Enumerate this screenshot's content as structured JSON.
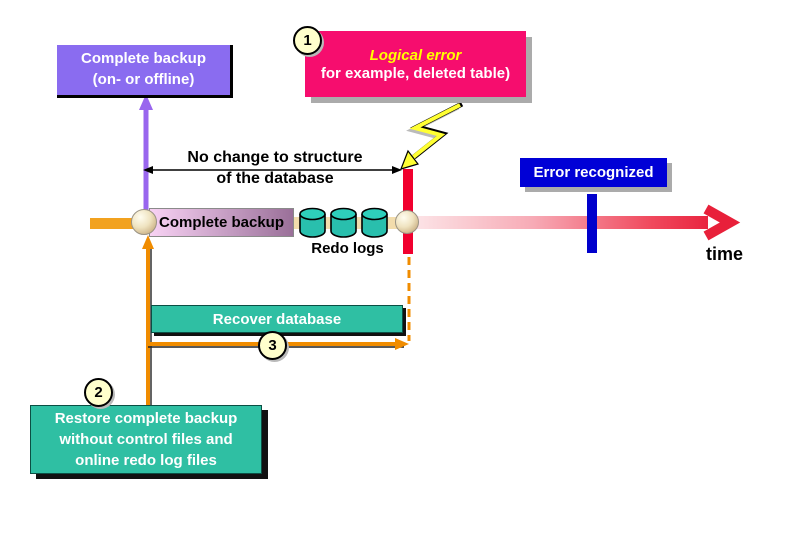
{
  "diagram": {
    "title_context": "Database backup and recovery timeline",
    "step_markers": [
      {
        "label": "1"
      },
      {
        "label": "2"
      },
      {
        "label": "3"
      }
    ],
    "complete_backup_box": {
      "line1": "Complete backup",
      "line2": "(on- or offline)"
    },
    "logical_error_box": {
      "title": "Logical error",
      "subtitle": "for example, deleted table)"
    },
    "no_change_note": {
      "line1": "No change to structure",
      "line2": "of the database"
    },
    "timeline": {
      "backup_segment_label": "Complete backup",
      "redo_logs_label": "Redo logs",
      "axis_label": "time"
    },
    "error_recognized_box": {
      "label": "Error recognized"
    },
    "recover_box": {
      "label": "Recover database"
    },
    "restore_box": {
      "line1": "Restore complete backup",
      "line2": "without control files and",
      "line3": "online redo log files"
    },
    "colors": {
      "purple_box": "#8A6CF0",
      "purple_arrow": "#9966EE",
      "pink_box": "#F60D6E",
      "pink_title_text": "#FFFF00",
      "blue_box": "#0000D6",
      "blue_bar": "#0000CC",
      "teal_box": "#2FBFA3",
      "cylinder_fill": "#29BFAD",
      "orange_arrow": "#F08C00",
      "red_bar": "#F1002E",
      "timeline_tan": "#F2DCAC",
      "timeline_orange": "#F2A21F",
      "timeline_red_end": "#E92540",
      "lightning_fill": "#FFFF33",
      "step_circle_fill": "#FFFFCC"
    }
  }
}
